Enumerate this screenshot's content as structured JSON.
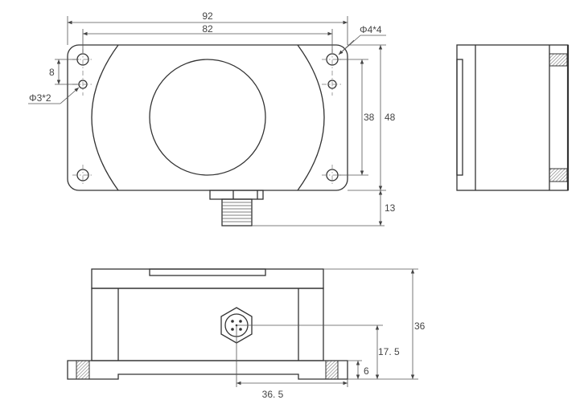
{
  "drawing": {
    "top_view": {
      "overall_width": "92",
      "hole_spacing_width": "82",
      "large_hole_label": "Φ4*4",
      "small_hole_label": "Φ3*2",
      "small_hole_offset": "8",
      "hole_spacing_height": "38",
      "overall_height": "48",
      "connector_length": "13"
    },
    "front_view": {
      "overall_height": "36",
      "connector_height": "17. 5",
      "base_height": "6",
      "connector_offset": "36. 5"
    },
    "colors": {
      "line": "#333333",
      "dimension": "#555555",
      "hatch": "#888888"
    }
  }
}
